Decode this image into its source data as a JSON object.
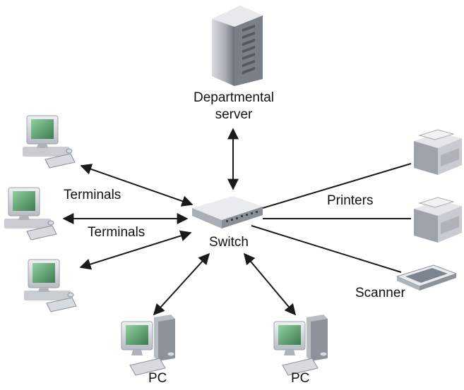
{
  "labels": {
    "server_line1": "Departmental",
    "server_line2": "server",
    "terminals_upper": "Terminals",
    "terminals_lower": "Terminals",
    "printers": "Printers",
    "switch": "Switch",
    "scanner": "Scanner",
    "pc_left": "PC",
    "pc_right": "PC"
  },
  "icons": {
    "server": "server-tower-icon",
    "switch": "network-switch-icon",
    "terminal": "terminal-computer-icon",
    "printer": "laser-printer-icon",
    "scanner": "flatbed-scanner-icon",
    "pc": "desktop-pc-icon"
  },
  "colors": {
    "line": "#1a1a1a",
    "device_light": "#e4e6ea",
    "device_mid": "#c4c8cf",
    "device_dark": "#8e939b",
    "screen": "#5a9a6a"
  }
}
